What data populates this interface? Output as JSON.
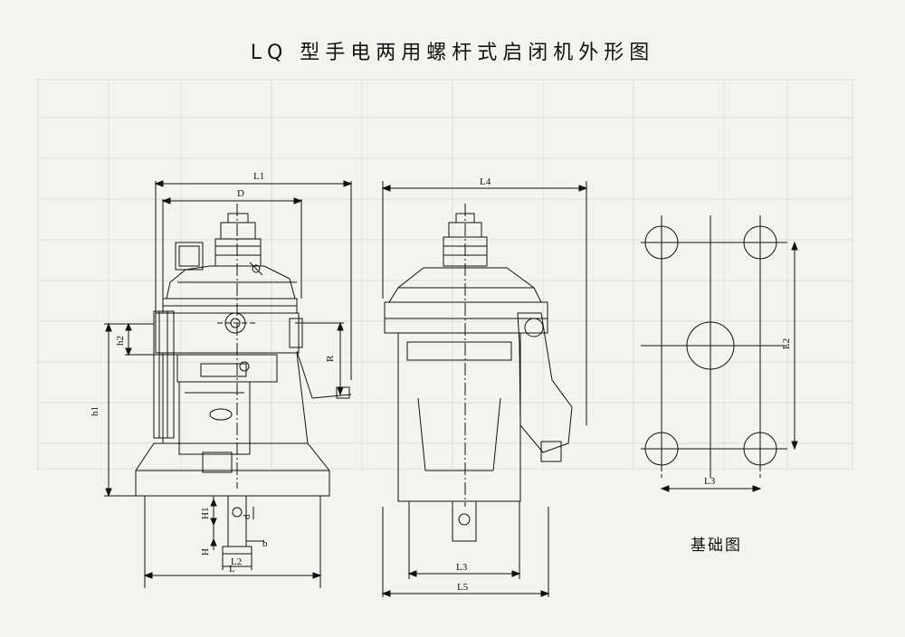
{
  "title": "LQ 型手电两用螺杆式启闭机外形图",
  "foundation_caption": "基础图",
  "labels": {
    "L1": "L1",
    "D": "D",
    "R": "R",
    "h1": "h1",
    "h2": "h2",
    "H1": "H1",
    "H": "H",
    "d": "d",
    "b": "b",
    "L2": "L2",
    "L": "L",
    "L4": "L4",
    "L3": "L3",
    "L5": "L5",
    "F_L2": "L2",
    "F_L3": "L3"
  },
  "colors": {
    "line": "#111111",
    "paper": "#f4f3ef",
    "bleed": "#d9d7d0"
  }
}
